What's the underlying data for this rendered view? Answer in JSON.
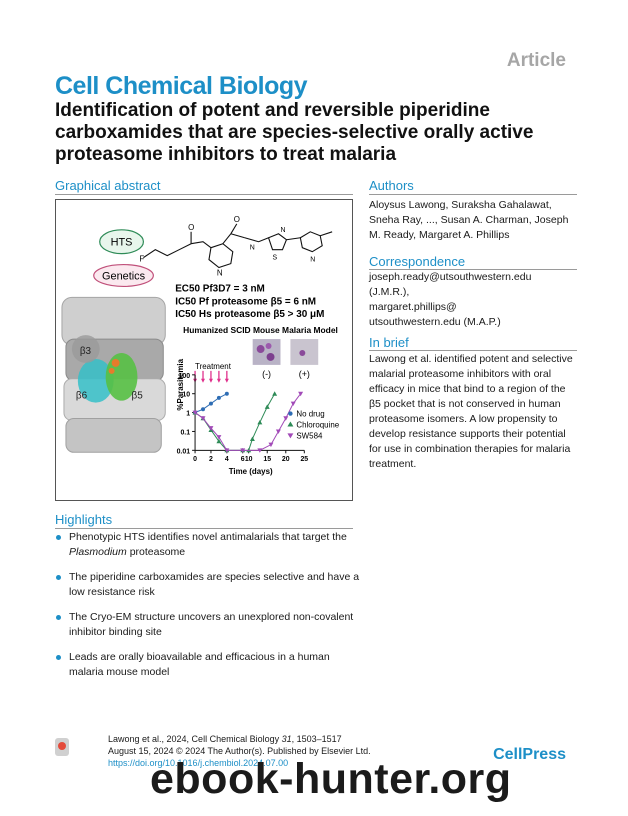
{
  "header": {
    "article_tag": "Article",
    "journal": "Cell Chemical Biology",
    "title": "Identification of potent and reversible piperidine carboxamides that are species-selective orally active proteasome inhibitors to treat malaria"
  },
  "graphical_abstract": {
    "heading": "Graphical abstract",
    "hts": "HTS",
    "genetics": "Genetics",
    "f_label": "F",
    "line1": "EC50 Pf3D7 = 3 nM",
    "line2": "IC50 Pf proteasome β5 = 6 nM",
    "line3": "IC50 Hs proteasome β5 > 30 μM",
    "model_title": "Humanized SCID Mouse Malaria Model",
    "structure_labels": [
      "β3",
      "β6",
      "β5"
    ],
    "treatment": "Treatment",
    "neg": "(-)",
    "pos": "(+)",
    "chart_data": {
      "type": "line",
      "xlabel": "Time (days)",
      "ylabel": "%Parasitemia",
      "xticks": [
        "0",
        "2",
        "4",
        "6",
        "10",
        "15",
        "20",
        "25"
      ],
      "yticks": [
        "100",
        "10",
        "1",
        "0.1",
        "0.01"
      ],
      "ylim": [
        0.01,
        100
      ],
      "log_y": true,
      "series": [
        {
          "name": "No drug",
          "color": "#2e6db4",
          "marker": "circle",
          "x": [
            0,
            1,
            2,
            3,
            4
          ],
          "y": [
            1,
            1.5,
            3,
            6,
            10
          ]
        },
        {
          "name": "Chloroquine",
          "color": "#2e8b57",
          "marker": "triangle-up",
          "x": [
            0,
            1,
            2,
            3,
            4,
            6,
            9,
            11,
            13,
            15,
            17
          ],
          "y": [
            1,
            0.5,
            0.12,
            0.03,
            0.01,
            0.01,
            0.01,
            0.04,
            0.3,
            2,
            10
          ]
        },
        {
          "name": "SW584",
          "color": "#a24ab8",
          "marker": "triangle-down",
          "x": [
            0,
            1,
            2,
            3,
            4,
            6,
            13,
            16,
            18,
            20,
            22,
            24
          ],
          "y": [
            1,
            0.5,
            0.15,
            0.05,
            0.01,
            0.01,
            0.01,
            0.02,
            0.1,
            0.5,
            3,
            10
          ]
        }
      ]
    }
  },
  "authors": {
    "heading": "Authors",
    "text": "Aloysus Lawong, Suraksha Gahalawat, Sneha Ray, ..., Susan A. Charman, Joseph M. Ready, Margaret A. Phillips"
  },
  "correspondence": {
    "heading": "Correspondence",
    "email1": "joseph.ready@utsouthwestern.edu",
    "name1": "(J.M.R.),",
    "email2a": "margaret.phillips@",
    "email2b": "utsouthwestern.edu (M.A.P.)"
  },
  "in_brief": {
    "heading": "In brief",
    "text": "Lawong et al. identified potent and selective malarial proteasome inhibitors with oral efficacy in mice that bind to a region of the β5 pocket that is not conserved in human proteasome isomers. A low propensity to develop resistance supports their potential for use in combination therapies for malaria treatment."
  },
  "highlights": {
    "heading": "Highlights",
    "item1_a": "Phenotypic HTS identifies novel antimalarials that target the ",
    "item1_b": "Plasmodium",
    "item1_c": " proteasome",
    "item2": "The piperidine carboxamides are species selective and have a low resistance risk",
    "item3": "The Cryo-EM structure uncovers an unexplored non-covalent inhibitor binding site",
    "item4": "Leads are orally bioavailable and efficacious in a human malaria mouse model"
  },
  "footer": {
    "citation_a": "Lawong et al., 2024, Cell Chemical Biology ",
    "citation_vol": "31",
    "citation_b": ", 1503–1517",
    "line2": "August 15, 2024 © 2024 The Author(s). Published by Elsevier Ltd.",
    "doi": "https://doi.org/10.1016/j.chembiol.2024.07.00",
    "brand": "CellPress"
  },
  "watermark": "ebook-hunter.org",
  "colors": {
    "accent": "#1d8fc7",
    "no_drug": "#2e6db4",
    "chloroquine": "#2e8b57",
    "sw584": "#a24ab8"
  }
}
